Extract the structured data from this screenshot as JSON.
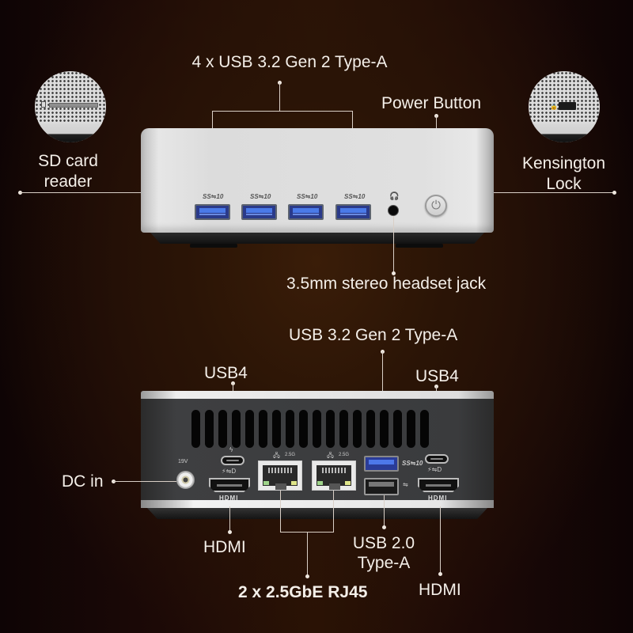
{
  "front_panel": {
    "title_labels": {
      "usb_group": "4 x USB 3.2 Gen 2 Type-A",
      "power_button": "Power Button",
      "sd_card_reader": [
        "SD card",
        "reader"
      ],
      "kensington_lock": [
        "Kensington",
        "Lock"
      ],
      "headset_jack": "3.5mm stereo headset jack"
    },
    "usb_ports": [
      {
        "glyph": "SS⇋10",
        "type": "USB 3.2 Gen 2 Type-A"
      },
      {
        "glyph": "SS⇋10",
        "type": "USB 3.2 Gen 2 Type-A"
      },
      {
        "glyph": "SS⇋10",
        "type": "USB 3.2 Gen 2 Type-A"
      },
      {
        "glyph": "SS⇋10",
        "type": "USB 3.2 Gen 2 Type-A"
      }
    ],
    "headset_icon": "headphones-icon",
    "power_icon": "power-icon"
  },
  "rear_panel": {
    "labels": {
      "usb4_left": "USB4",
      "usb4_right": "USB4",
      "usb32_rear": "USB 3.2 Gen 2 Type-A",
      "dc_in": "DC in",
      "hdmi_left": "HDMI",
      "hdmi_right": "HDMI",
      "rj45": "2 x 2.5GbE RJ45",
      "usb2": [
        "USB 2.0",
        "Type-A"
      ]
    },
    "port_markings": {
      "dc_voltage": "19V",
      "hdmi_text": "HDMI",
      "lan_speed": "2.5G",
      "usb3_glyph": "SS⇋10",
      "usbc_glyph": "⚡⇋D",
      "usb2_glyph": "⇋"
    }
  },
  "colors": {
    "background_center": "#2a1406",
    "background_edge": "#0e0405",
    "chassis_silver": "#dcdcdc",
    "rear_panel_dark": "#3a3b3d",
    "usb3_blue": "#4a7ae8",
    "label_text": "#f4efe9"
  }
}
